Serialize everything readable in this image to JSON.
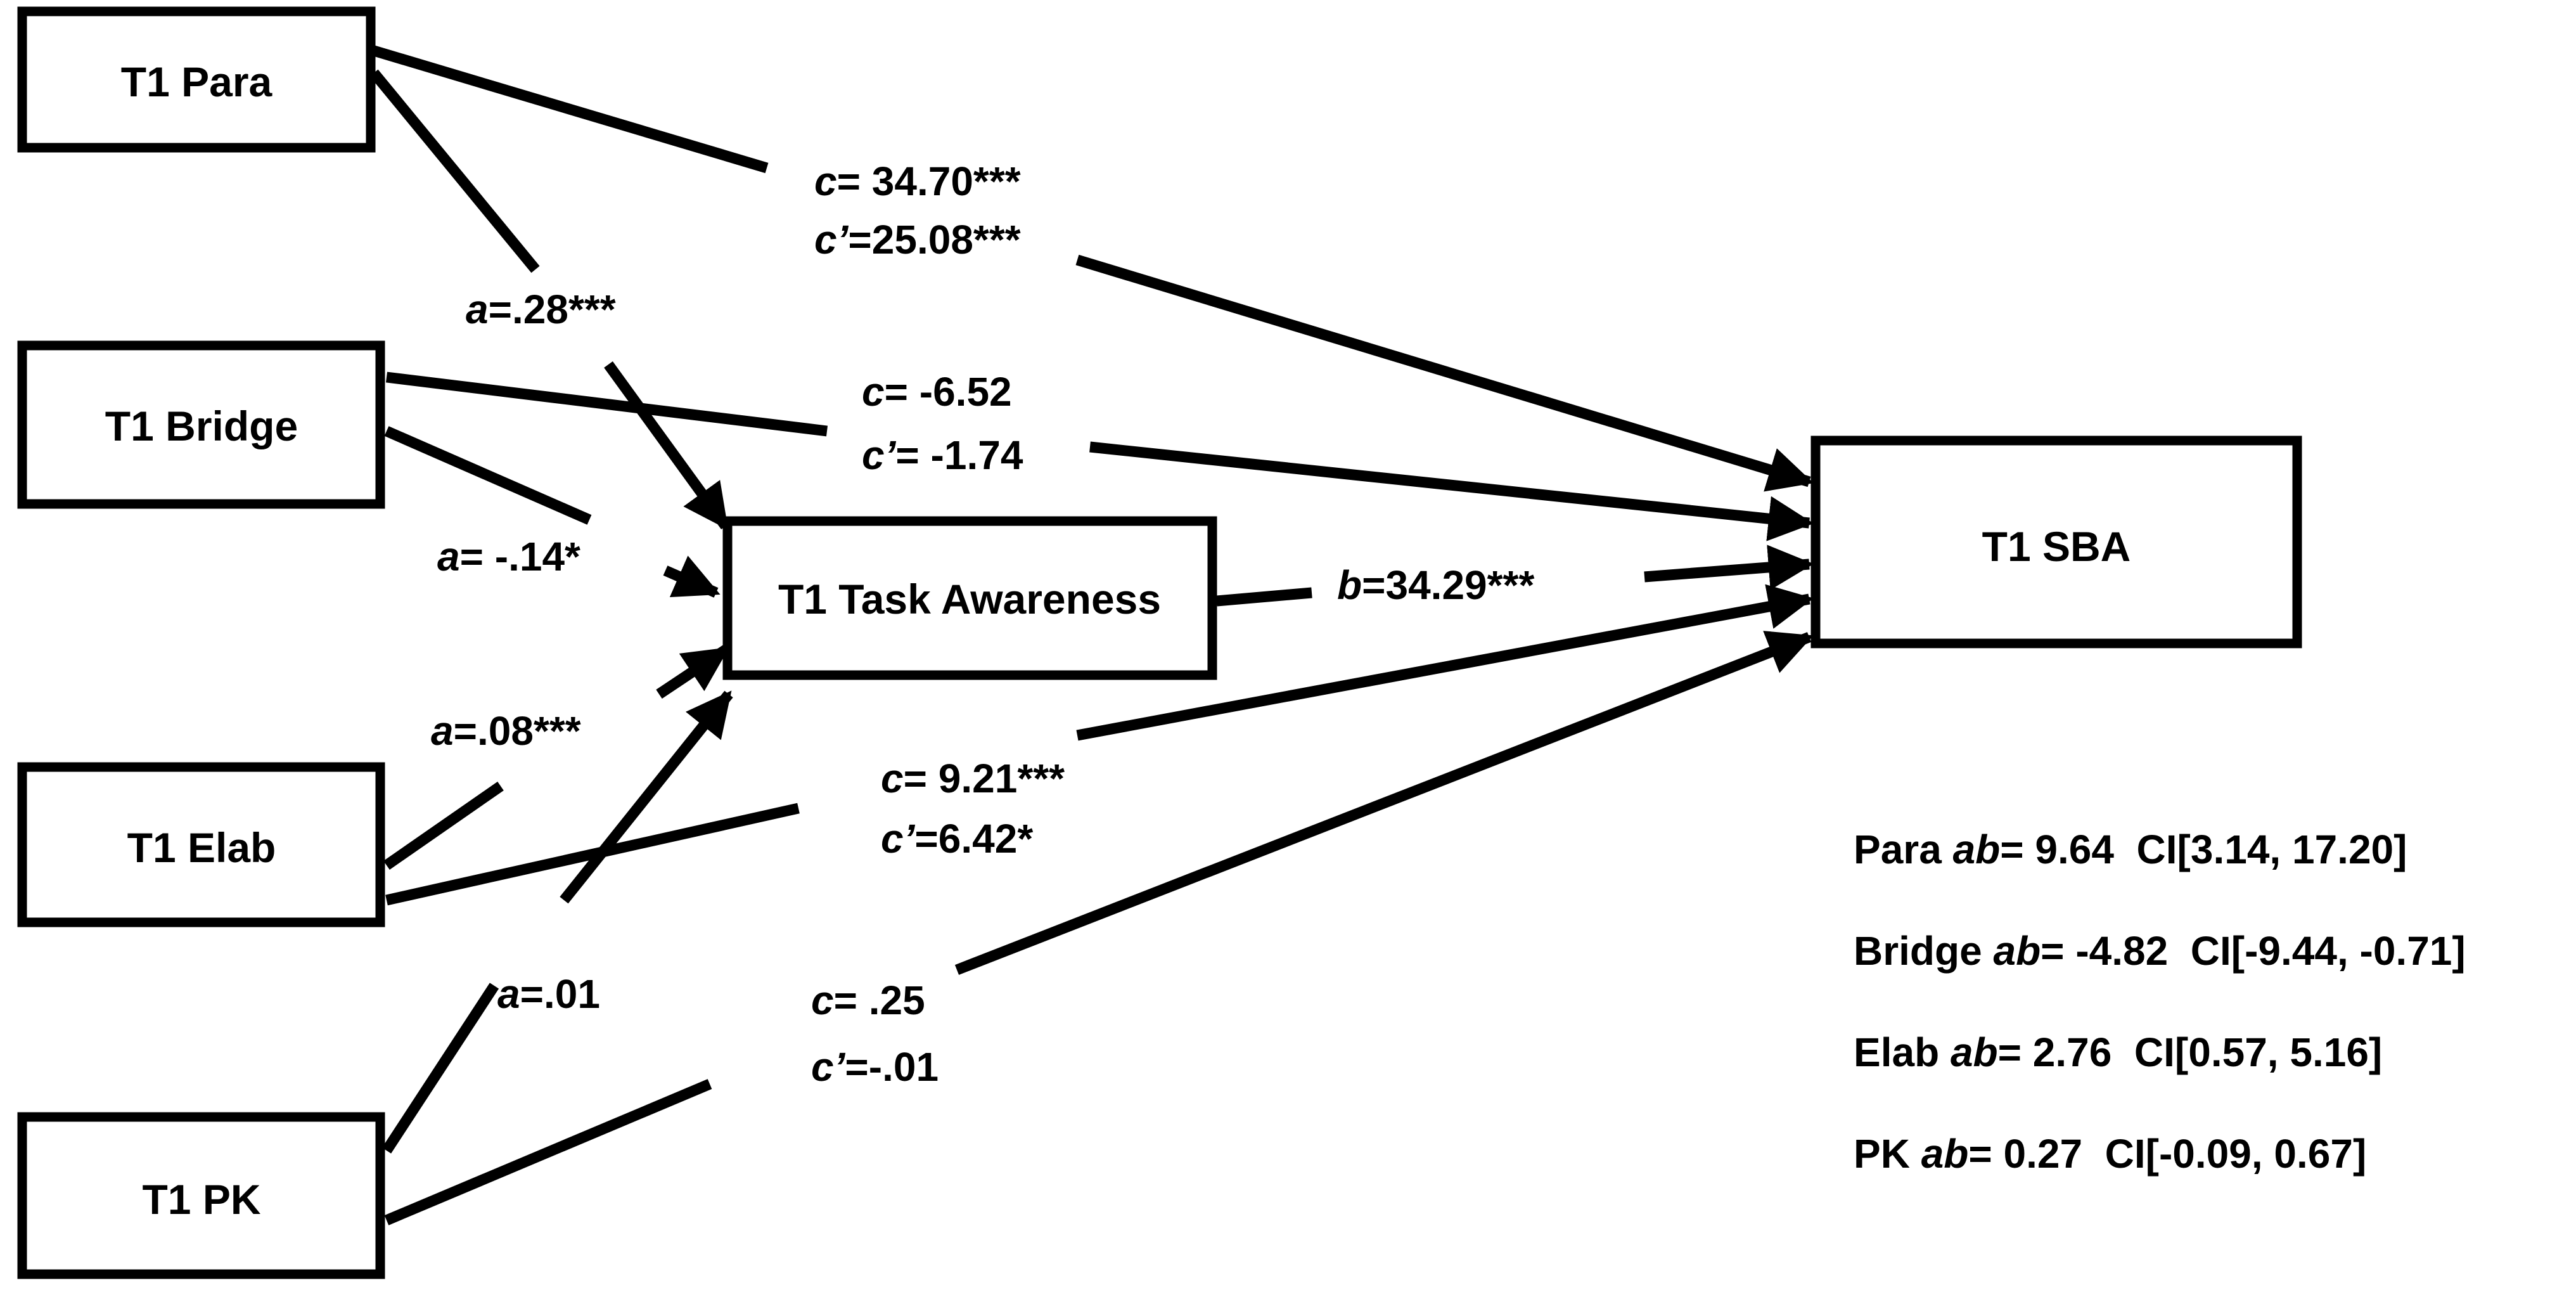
{
  "nodes": {
    "para": "T1 Para",
    "bridge": "T1 Bridge",
    "elab": "T1 Elab",
    "pk": "T1 PK",
    "task_awareness": "T1 Task Awareness",
    "sba": "T1 SBA"
  },
  "paths": {
    "para_a": {
      "sym": "a",
      "val": "=.28***"
    },
    "bridge_a": {
      "sym": "a",
      "val": "= -.14*"
    },
    "elab_a": {
      "sym": "a",
      "val": "=.08***"
    },
    "pk_a": {
      "sym": "a",
      "val": "=.01"
    },
    "b": {
      "sym": "b",
      "val": "=34.29***"
    },
    "para_c": {
      "sym": "c",
      "val": "= 34.70***"
    },
    "para_cp": {
      "sym": "c’",
      "val": "=25.08***"
    },
    "bridge_c": {
      "sym": "c",
      "val": "=  -6.52"
    },
    "bridge_cp": {
      "sym": "c’",
      "val": "= -1.74"
    },
    "elab_c": {
      "sym": "c",
      "val": "= 9.21***"
    },
    "elab_cp": {
      "sym": "c’",
      "val": "=6.42*"
    },
    "pk_c": {
      "sym": "c",
      "val": "= .25"
    },
    "pk_cp": {
      "sym": "c’",
      "val": "=-.01"
    }
  },
  "indirect_effects": [
    {
      "name": "Para",
      "sym": "ab",
      "val": "= 9.64",
      "ci": "CI[3.14, 17.20]"
    },
    {
      "name": "Bridge",
      "sym": "ab",
      "val": "= -4.82",
      "ci": "CI[-9.44, -0.71]"
    },
    {
      "name": "Elab",
      "sym": "ab",
      "val": "= 2.76",
      "ci": "CI[0.57,  5.16]"
    },
    {
      "name": "PK",
      "sym": "ab",
      "val": "= 0.27",
      "ci": "CI[-0.09, 0.67]"
    }
  ]
}
